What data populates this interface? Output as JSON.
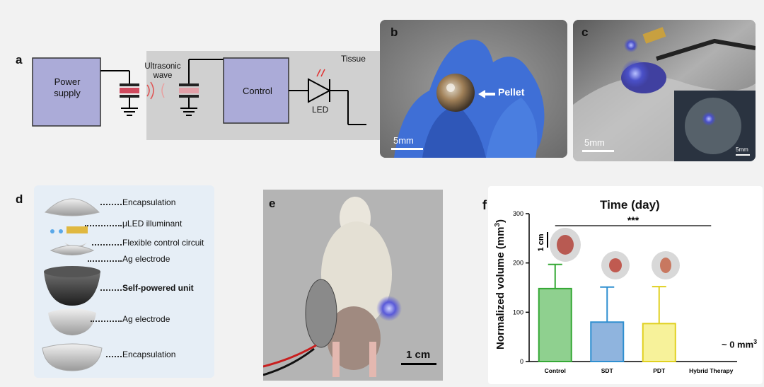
{
  "panels": {
    "a": {
      "label": "a",
      "tissue_label": "Tissue",
      "power_supply": "Power supply",
      "ultrasonic_wave": "Ultrasonic wave",
      "control": "Control",
      "led": "LED"
    },
    "b": {
      "label": "b",
      "pellet_label": "Pellet",
      "scale": "5mm"
    },
    "c": {
      "label": "c",
      "scale": "5mm",
      "inset_scale": "5mm"
    },
    "d": {
      "label": "d",
      "layers": [
        "Encapsulation",
        "μLED illuminant",
        "Flexible control circuit",
        "Ag electrode",
        "Self-powered unit",
        "Ag electrode",
        "Encapsulation"
      ]
    },
    "e": {
      "label": "e",
      "scale": "1 cm"
    },
    "f": {
      "label": "f",
      "image_scale": "1 cm",
      "result_note": "~ 0 mm",
      "result_note_sup": "3"
    }
  },
  "chart_data": {
    "type": "bar",
    "title": "Time (day)",
    "ylabel": "Normalized volume (mm",
    "ylabel_sup": "3",
    "ylabel_close": ")",
    "ylim": [
      0,
      300
    ],
    "yticks": [
      0,
      100,
      200,
      300
    ],
    "categories": [
      "Control",
      "SDT",
      "PDT",
      "Hybrid Therapy"
    ],
    "values": [
      148,
      80,
      77,
      0
    ],
    "errors": [
      49,
      71,
      75,
      0
    ],
    "colors": [
      "#8fd08f",
      "#8fb4de",
      "#f7f29a",
      "#cccccc"
    ],
    "edge_colors": [
      "#35a835",
      "#2f8fd0",
      "#e0d020",
      "#999999"
    ],
    "significance": "***",
    "grid": false
  }
}
